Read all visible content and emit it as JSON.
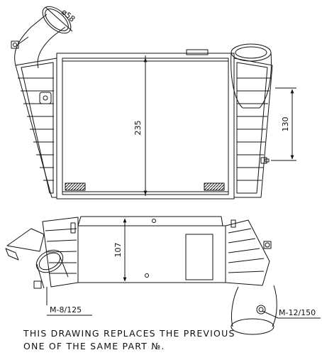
{
  "dimensions": {
    "top_inlet_diameter": "ø58",
    "core_height": "235",
    "outlet_spacing": "130",
    "bottom_view_height": "107",
    "left_bolt": "M-8/125",
    "right_bolt": "M-12/150"
  },
  "note": {
    "line1": "THIS DRAWING REPLACES THE PREVIOUS",
    "line2": "ONE OF THE SAME PART №."
  }
}
